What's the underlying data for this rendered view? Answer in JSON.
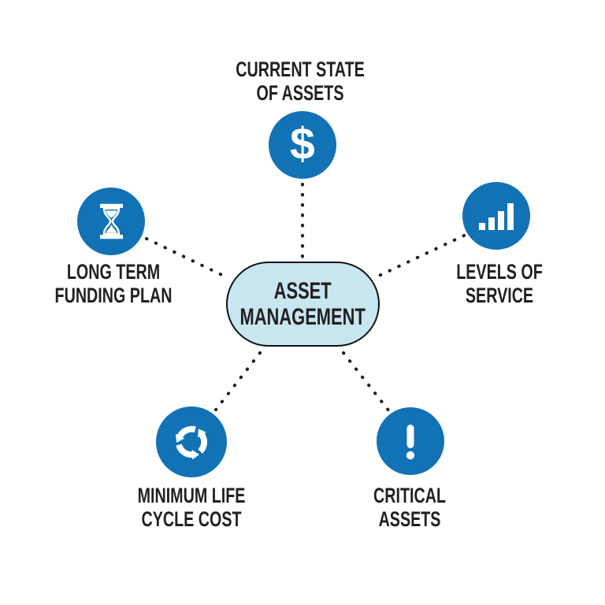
{
  "diagram_type": "hub-and-spoke",
  "colors": {
    "node_blue": "#1272b6",
    "center_fill": "#c8e6f0",
    "center_border": "#111111",
    "text": "#231f20",
    "connector": "#1a1a1a",
    "icon": "#ffffff",
    "background": "#ffffff"
  },
  "center": {
    "lines": [
      "ASSET",
      "MANAGEMENT"
    ]
  },
  "nodes": [
    {
      "id": "current-state-of-assets",
      "position": "top",
      "lines": [
        "CURRENT STATE",
        "OF ASSETS"
      ],
      "icon": "dollar-icon",
      "glyph": "$"
    },
    {
      "id": "levels-of-service",
      "position": "right",
      "lines": [
        "LEVELS OF",
        "SERVICE"
      ],
      "icon": "bar-chart-icon"
    },
    {
      "id": "critical-assets",
      "position": "bottom-right",
      "lines": [
        "CRITICAL",
        "ASSETS"
      ],
      "icon": "exclamation-icon"
    },
    {
      "id": "minimum-life-cycle-cost",
      "position": "bottom-left",
      "lines": [
        "MINIMUM LIFE",
        "CYCLE COST"
      ],
      "icon": "recycle-icon"
    },
    {
      "id": "long-term-funding-plan",
      "position": "left",
      "lines": [
        "LONG TERM",
        "FUNDING PLAN"
      ],
      "icon": "hourglass-icon"
    }
  ]
}
